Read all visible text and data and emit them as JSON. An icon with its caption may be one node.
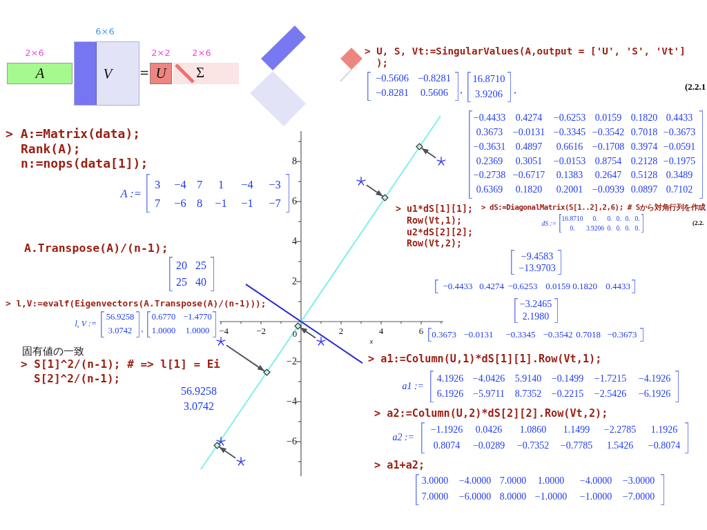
{
  "diagram": {
    "nodes": [
      {
        "text": [
          "A"
        ],
        "beside": [
          "2×6"
        ]
      },
      {
        "text": [
          "V"
        ],
        "beside": [
          "6×6"
        ]
      },
      {
        "text": [
          "U"
        ],
        "beside": [
          "2×2"
        ]
      },
      {
        "text": [
          "Σ"
        ],
        "beside": [
          "2×6"
        ]
      },
      {
        "text": [],
        "shape": "box"
      },
      {
        "text": [],
        "shape": "box"
      },
      {
        "text": [],
        "shape": "diamond"
      },
      {
        "text": [],
        "shape": "star"
      },
      {
        "text": [],
        "shape": "diamond"
      },
      {
        "text": [],
        "shape": "star"
      },
      {
        "text": [],
        "shape": "diamond"
      },
      {
        "text": [],
        "shape": "star"
      },
      {
        "text": [],
        "shape": "diamond"
      },
      {
        "text": [],
        "shape": "star"
      },
      {
        "text": [],
        "shape": "diamond"
      },
      {
        "text": [],
        "shape": "star"
      },
      {
        "text": [],
        "shape": "star"
      },
      {
        "text": [],
        "shape": "diamond"
      }
    ],
    "edges": [
      {
        "from": 6,
        "to": null,
        "arrow": "none",
        "color": "#c8c8c8"
      },
      {
        "from": 7,
        "to": 8,
        "arrow": "to"
      },
      {
        "from": 9,
        "to": 10,
        "arrow": "to"
      },
      {
        "from": 11,
        "to": 12,
        "arrow": "to"
      },
      {
        "from": 13,
        "to": 14,
        "arrow": "to"
      },
      {
        "from": 16,
        "to": 17,
        "arrow": "to"
      }
    ],
    "labels": [
      "=",
      "> U, S, Vt:=SingularValues(A,output = ['U', 'S', 'Vt'] );",
      "−0.5606",
      "−0.8281",
      "−0.8281",
      "0.5606",
      ",",
      "16.8710",
      "3.9206",
      ",",
      "(2.2.1",
      "−0.4433",
      "0.4274",
      "−0.6253",
      "0.0159",
      "0.1820",
      "0.4433",
      "0.3673",
      "−0.0131",
      "−0.3345",
      "−0.3542",
      "0.7018",
      "−0.3673",
      "−0.3631",
      "0.4897",
      "0.6616",
      "−0.1708",
      "0.3974",
      "−0.0591",
      "0.2369",
      "0.3051",
      "−0.0153",
      "0.8754",
      "0.2128",
      "−0.1975",
      "−0.2738",
      "−0.6717",
      "0.1383",
      "0.2647",
      "0.5128",
      "0.3489",
      "0.6369",
      "0.1820",
      "0.2001",
      "−0.0939",
      "0.0897",
      "0.7102",
      "> A:=Matrix(data);",
      "Rank(A);",
      "n:=nops(data[1]);",
      "A :=",
      "3",
      "−4",
      "7",
      "1",
      "−4",
      "−3",
      "7",
      "−6",
      "8",
      "−1",
      "−1",
      "−7",
      "A.Transpose(A)/(n-1);",
      "20",
      "25",
      "25",
      "40",
      "> l,V:=evalf(Eigenvectors(A.Transpose(A)/(n-1)));",
      "l, V :=",
      "56.9258",
      "3.0742",
      ",",
      "0.6770",
      "−1.4770",
      "1.0000",
      "1.0000",
      "固有値の一致",
      "> S[1]^2/(n-1); # => l[1] = Ei",
      "S[2]^2/(n-1);",
      "56.9258",
      "3.0742",
      "8",
      "6",
      "4",
      "2",
      "−2",
      "−4",
      "−6",
      "−4",
      "−2",
      "0",
      "2",
      "4",
      "6",
      "x",
      "> u1*dS[1][1];",
      "Row(Vt,1);",
      "u2*dS[2][2];",
      "Row(Vt,2);",
      "> dS:=DiagonalMatrix(S[1..2],2,6); # Sから対角行列を作成",
      "dS :=",
      "16.8710",
      "0.",
      "0.",
      "0.",
      "0.",
      "0.",
      "0.",
      "3.9206",
      "0.",
      "0.",
      "0.",
      "0.",
      "(2.2.",
      "−9.4583",
      "−13.9703",
      "−0.4433",
      "0.4274",
      "−0.6253",
      "0.0159",
      "0.1820",
      "0.4433",
      "−3.2465",
      "2.1980",
      "0.3673",
      "−0.0131",
      "−0.3345",
      "−0.3542",
      "0.7018",
      "−0.3673",
      "> a1:=Column(U,1)*dS[1][1].Row(Vt,1);",
      "a1 :=",
      "4.1926",
      "−4.0426",
      "5.9140",
      "−0.1499",
      "−1.7215",
      "−4.1926",
      "6.1926",
      "−5.9711",
      "8.7352",
      "−0.2215",
      "−2.5426",
      "−6.1926",
      "> a2:=Column(U,2)*dS[2][2].Row(Vt,2);",
      "a2 :=",
      "−1.1926",
      "0.0426",
      "1.0860",
      "1.1499",
      "−2.2785",
      "1.1926",
      "0.8074",
      "−0.0289",
      "−0.7352",
      "−0.7785",
      "1.5426",
      "−0.8074",
      "> a1+a2;",
      "3.0000",
      "−4.0000",
      "7.0000",
      "1.0000",
      "−4.0000",
      "−3.0000",
      "7.0000",
      "−6.0000",
      "8.0000",
      "−1.0000",
      "−1.0000",
      "−7.0000"
    ]
  }
}
